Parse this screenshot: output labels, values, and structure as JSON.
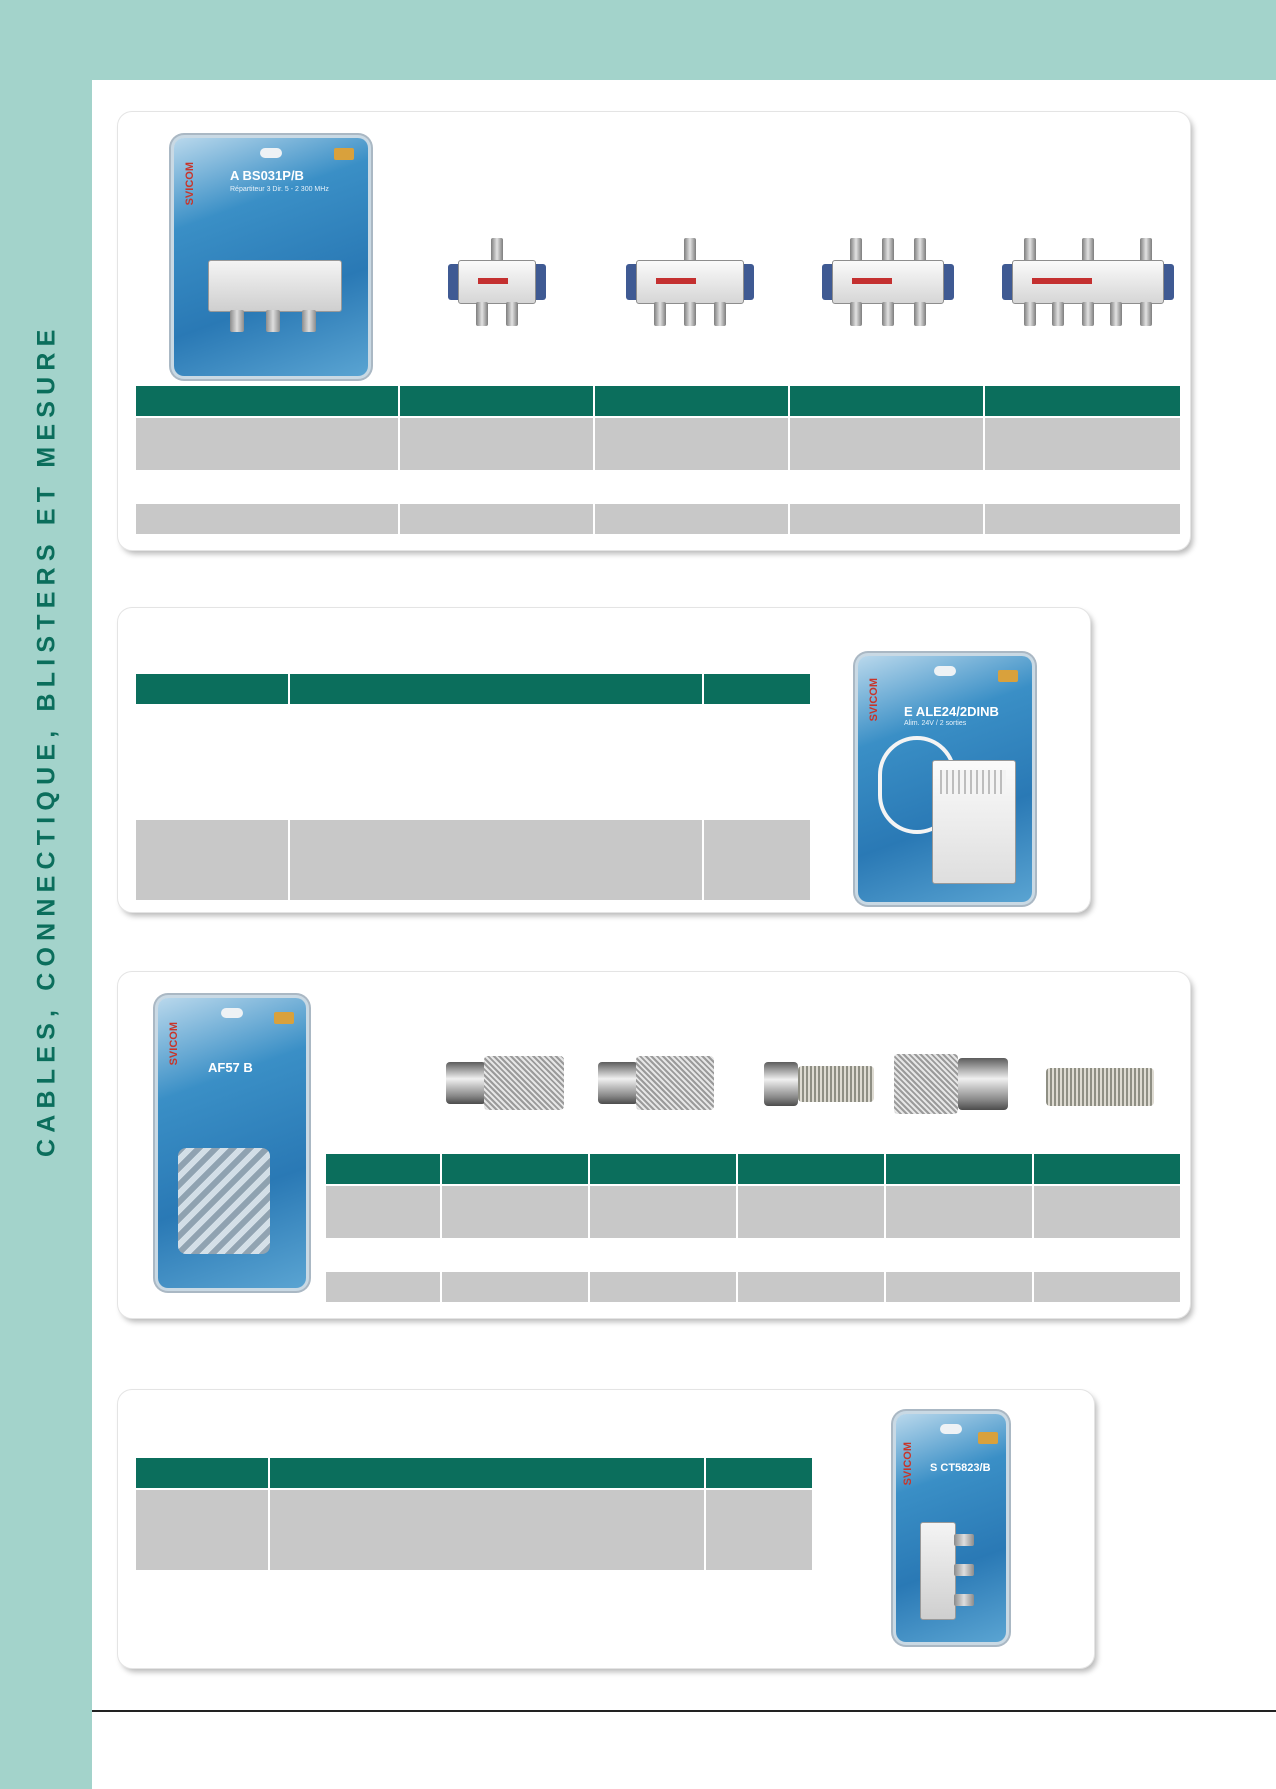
{
  "sidebar": {
    "title": "CABLES, CONNECTIQUE, BLISTERS ET MESURE"
  },
  "colors": {
    "teal_light": "#a3d3cb",
    "teal_dark": "#0b6e5c",
    "grey": "#c8c8c8"
  },
  "panel1": {
    "blister_code": "A BS031P/B",
    "blister_sub": "Répartiteur 3 Dir. 5 - 2 300 MHz",
    "brand": "SVICOM"
  },
  "panel2": {
    "blister_code": "E ALE24/2DINB",
    "blister_sub": "Alim. 24V / 2 sorties",
    "brand": "SVICOM"
  },
  "panel3": {
    "blister_code": "AF57 B",
    "brand": "SVICOM"
  },
  "panel4": {
    "blister_code": "S CT5823/B",
    "brand": "SVICOM"
  }
}
